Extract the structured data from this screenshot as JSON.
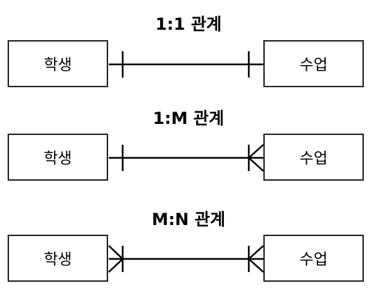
{
  "relations": [
    {
      "title": "1:1 관계",
      "left_entity": "학생",
      "right_entity": "수업",
      "left_end": "one",
      "right_end": "one"
    },
    {
      "title": "1:M 관계",
      "left_entity": "학생",
      "right_entity": "수업",
      "left_end": "one",
      "right_end": "many"
    },
    {
      "title": "M:N 관계",
      "left_entity": "학생",
      "right_entity": "수업",
      "left_end": "many",
      "right_end": "many"
    }
  ]
}
